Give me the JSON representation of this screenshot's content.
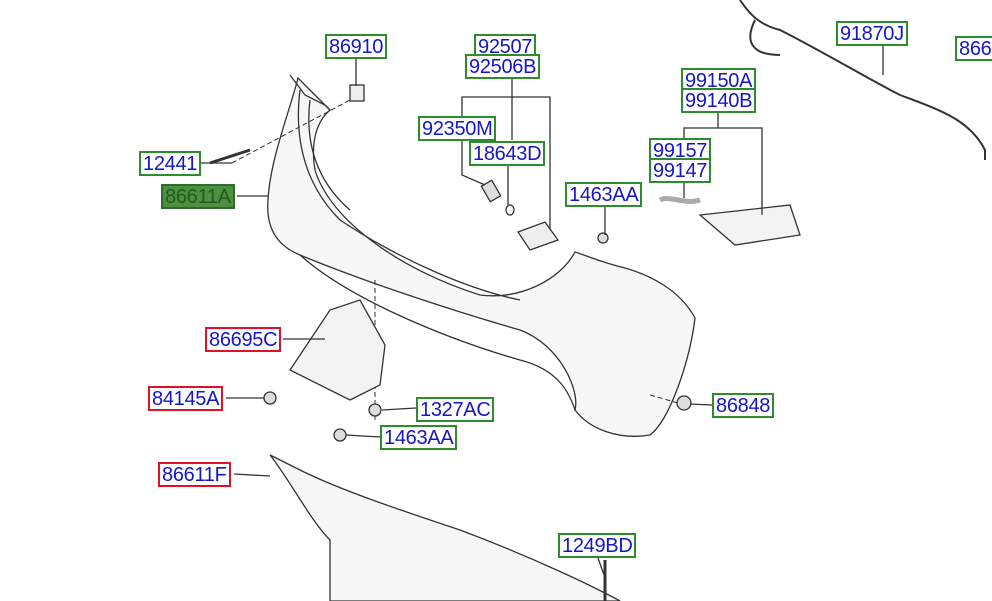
{
  "diagram": {
    "callouts": [
      {
        "id": "86910",
        "text": "86910",
        "status": "green"
      },
      {
        "id": "92507",
        "text": "92507",
        "status": "green"
      },
      {
        "id": "92506B",
        "text": "92506B",
        "status": "green"
      },
      {
        "id": "92350M",
        "text": "92350M",
        "status": "green"
      },
      {
        "id": "18643D",
        "text": "18643D",
        "status": "green"
      },
      {
        "id": "12441",
        "text": "12441",
        "status": "green"
      },
      {
        "id": "86611A",
        "text": "86611A",
        "status": "selected"
      },
      {
        "id": "1463AA-top",
        "text": "1463AA",
        "status": "green"
      },
      {
        "id": "99150A",
        "text": "99150A",
        "status": "green"
      },
      {
        "id": "99140B",
        "text": "99140B",
        "status": "green"
      },
      {
        "id": "99157",
        "text": "99157",
        "status": "green"
      },
      {
        "id": "99147",
        "text": "99147",
        "status": "green"
      },
      {
        "id": "91870J",
        "text": "91870J",
        "status": "green"
      },
      {
        "id": "866-partial",
        "text": "866",
        "status": "green"
      },
      {
        "id": "86695C",
        "text": "86695C",
        "status": "red"
      },
      {
        "id": "84145A",
        "text": "84145A",
        "status": "red"
      },
      {
        "id": "1327AC",
        "text": "1327AC",
        "status": "green"
      },
      {
        "id": "86848",
        "text": "86848",
        "status": "green"
      },
      {
        "id": "1463AA-bottom",
        "text": "1463AA",
        "status": "green"
      },
      {
        "id": "86611F",
        "text": "86611F",
        "status": "red"
      },
      {
        "id": "1249BD",
        "text": "1249BD",
        "status": "green"
      }
    ]
  },
  "colors": {
    "available": "#2e8b2e",
    "unavailable": "#e0102a",
    "selected_fill": "#4e8f3e",
    "text": "#1616c8"
  }
}
